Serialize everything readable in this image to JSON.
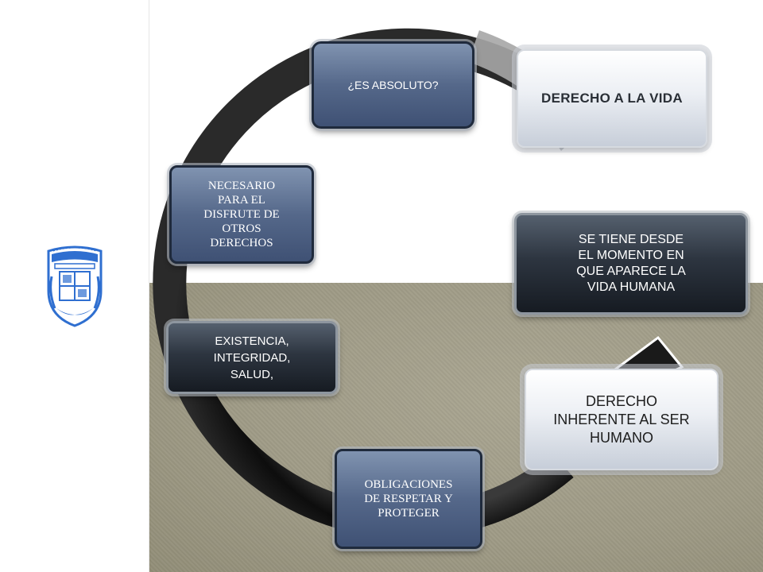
{
  "diagram": {
    "type": "cycle",
    "nodes": [
      {
        "id": "derecho-vida",
        "label": "DERECHO A LA VIDA"
      },
      {
        "id": "absoluto",
        "label": "¿ES ABSOLUTO?"
      },
      {
        "id": "necesario",
        "label": "NECESARIO PARA EL DISFRUTE DE OTROS DERECHOS"
      },
      {
        "id": "existencia",
        "label": "EXISTENCIA, INTEGRIDAD, SALUD,"
      },
      {
        "id": "obligaciones",
        "label": "OBLIGACIONES DE RESPETAR Y PROTEGER"
      },
      {
        "id": "inherente",
        "label": "DERECHO INHERENTE AL SER HUMANO"
      },
      {
        "id": "desde",
        "label": "SE TIENE DESDE EL MOMENTO EN QUE APARECE LA VIDA HUMANA"
      }
    ]
  },
  "text": {
    "derecho_vida": "DERECHO A LA VIDA",
    "absoluto": "¿ES ABSOLUTO?",
    "necesario": [
      "NECESARIO",
      "PARA EL",
      "DISFRUTE DE",
      "OTROS",
      "DERECHOS"
    ],
    "existencia": [
      "EXISTENCIA,",
      "INTEGRIDAD,",
      "SALUD,"
    ],
    "obligaciones": [
      "OBLIGACIONES",
      "DE RESPETAR Y",
      "PROTEGER"
    ],
    "inherente": [
      "DERECHO",
      "INHERENTE AL SER",
      "HUMANO"
    ],
    "desde": [
      "SE TIENE DESDE",
      "EL MOMENTO EN",
      "QUE APARECE LA",
      "VIDA HUMANA"
    ]
  },
  "logo": {
    "icon": "university-crest-icon"
  },
  "colors": {
    "ring": "#111111",
    "ring_highlight": "#9a9a9a",
    "dark_box": "#1b2028",
    "blue_box": "#4a5c7e",
    "light_box": "#e4e8ee",
    "crest_blue": "#2f6fd0",
    "background_bottom": "#a19d88"
  }
}
